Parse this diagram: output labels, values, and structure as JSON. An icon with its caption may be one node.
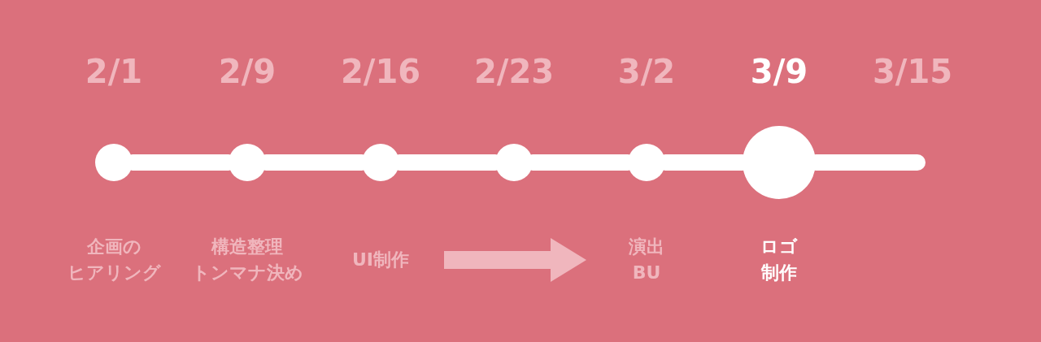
{
  "diagram": {
    "nodes": [
      {
        "text": [],
        "shape": "circle",
        "beside": [
          "2/1"
        ]
      },
      {
        "text": [],
        "shape": "circle",
        "beside": [
          "2/9"
        ]
      },
      {
        "text": [],
        "shape": "circle",
        "beside": [
          "2/16"
        ]
      },
      {
        "text": [],
        "shape": "circle",
        "beside": [
          "2/23"
        ]
      },
      {
        "text": [],
        "shape": "circle",
        "beside": [
          "3/2"
        ]
      },
      {
        "text": [],
        "shape": "circle",
        "beside": [
          "3/9"
        ]
      },
      {
        "text": [
          "企画のヒアリング"
        ]
      },
      {
        "text": [
          "構造整理トンマナ決め"
        ]
      },
      {
        "text": [
          "UI制作"
        ]
      },
      {
        "text": [
          "演出BU"
        ]
      },
      {
        "text": [
          "ロゴ制作"
        ]
      }
    ],
    "edges": [
      {
        "from": 0,
        "to": 1,
        "arrow": "none"
      },
      {
        "from": 1,
        "to": 2,
        "arrow": "none"
      },
      {
        "from": 2,
        "to": 3,
        "arrow": "none"
      },
      {
        "from": 3,
        "to": 4,
        "arrow": "none"
      },
      {
        "from": 4,
        "to": 5,
        "arrow": "none"
      },
      {
        "from": 5,
        "to": null,
        "arrow": "none"
      },
      {
        "from": 8,
        "to": 9,
        "arrow": "to",
        "color": "#f0b6bd"
      }
    ],
    "labels": [
      "3/15"
    ]
  }
}
